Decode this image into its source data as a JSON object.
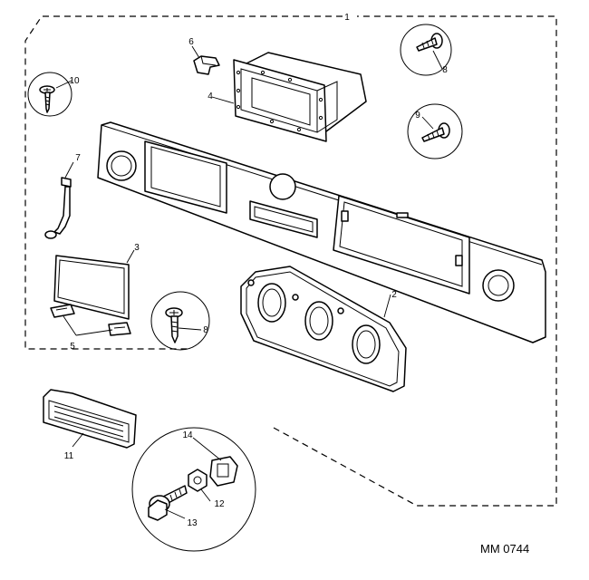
{
  "diagram": {
    "reference_code": "MM 0744",
    "callouts": {
      "c1": "1",
      "c2": "2",
      "c3": "3",
      "c4": "4",
      "c5": "5",
      "c6": "6",
      "c7": "7",
      "c8a": "8",
      "c8b": "8",
      "c9": "9",
      "c10": "10",
      "c11": "11",
      "c12": "12",
      "c13": "13",
      "c14": "14"
    }
  }
}
